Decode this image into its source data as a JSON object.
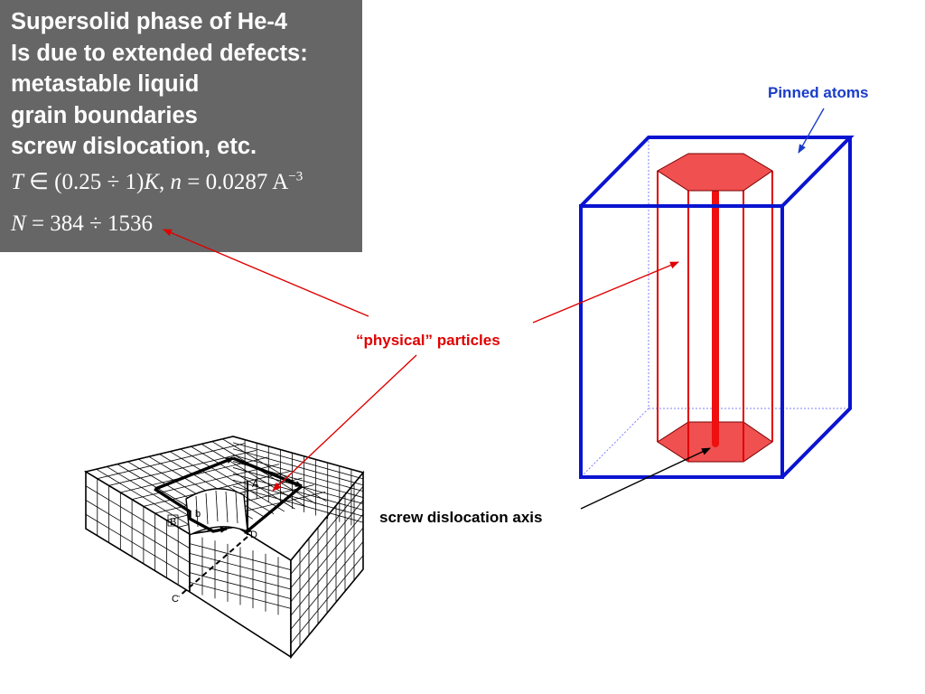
{
  "title_box": {
    "lines": [
      "Supersolid phase of He-4",
      "Is due to extended defects:",
      "metastable liquid",
      "grain boundaries",
      "screw dislocation, etc."
    ],
    "formula_1": {
      "T": "T",
      "range": " ∈ (0.25 ÷ 1)",
      "K": "K",
      "sep": ",  ",
      "n": "n",
      "n_value": " = 0.0287 A",
      "exponent": "−3"
    },
    "formula_2": {
      "N": "N",
      "N_value": " = 384 ÷ 1536"
    }
  },
  "labels": {
    "pinned_atoms": "Pinned atoms",
    "physical_particles": "“physical” particles",
    "screw_axis": "screw dislocation axis"
  },
  "lattice": {
    "points": {
      "A": "A",
      "B": "B",
      "b": "b",
      "C": "C",
      "D": "D"
    }
  },
  "colors": {
    "title_bg": "#666666",
    "box_blue": "#0a14d0",
    "pinned_blue": "#1a3cc8",
    "red": "#e00000",
    "hex_fill": "#f05050"
  }
}
